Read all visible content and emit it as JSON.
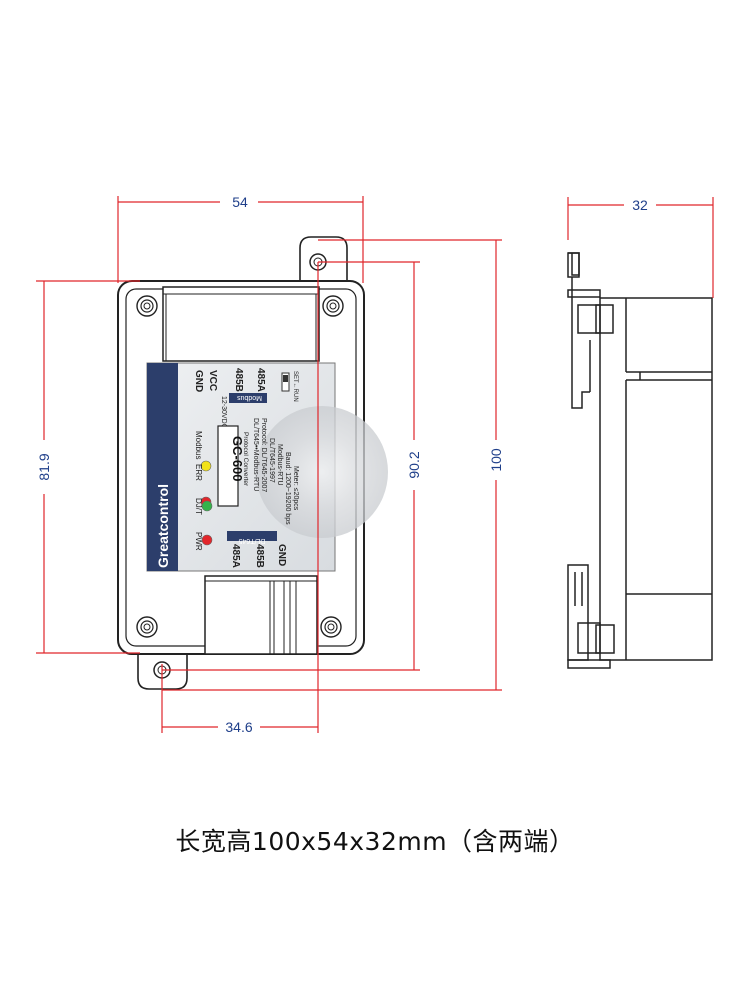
{
  "dimensions": {
    "width": "54",
    "height_body": "81.9",
    "hole_spacing_v": "90.2",
    "height_total": "100",
    "hole_spacing_h": "34.6",
    "depth": "32"
  },
  "label": {
    "brand": "Greatcontrol",
    "model": "GC-600",
    "subtitle": "Protocol Converter",
    "terminals_top": [
      "GND",
      "VCC",
      "485B",
      "485A"
    ],
    "power_range": "12-30VDC",
    "modbus_tag": "Modbus",
    "switch_label": "SET←RUN",
    "leds": [
      "Modbus",
      "ERR",
      "DJ/T",
      "PWR"
    ],
    "dlt_tag": "DL/T645",
    "terminals_bottom": [
      "485A",
      "485B",
      "GND"
    ],
    "spec_lines": [
      "DL/T645••Modbus-RTU",
      "Protocol: DL/T645-2007",
      "DL/T645-1997",
      "Modbus-RTU",
      "Baud: 1200~19200 bps",
      "Meter: ≤20pcs"
    ]
  },
  "colors": {
    "dimension_line": "#e0262b",
    "dimension_text": "#1f3f8a",
    "brand_bar": "#2c3e6b",
    "led_modbus": "#f2e21a",
    "led_err": "#e3262b",
    "led_djt": "#35b34a",
    "led_pwr": "#e3262b"
  },
  "caption": "长宽高100x54x32mm（含两端）"
}
